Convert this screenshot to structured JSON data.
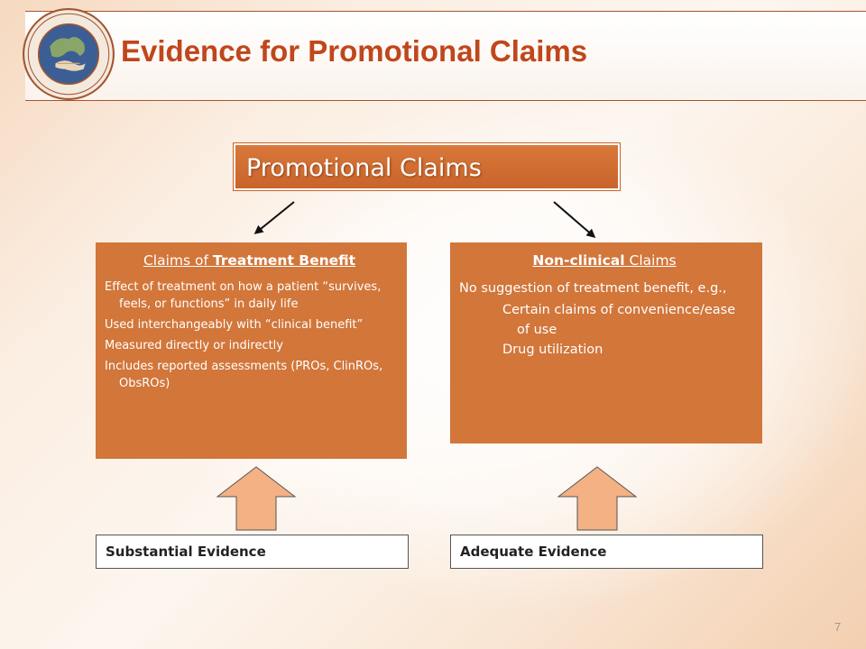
{
  "slide": {
    "title": "Evidence for Promotional Claims",
    "page_number": "7"
  },
  "colors": {
    "title": "#c0461c",
    "box_fill": "#d2763a",
    "header_fill": "#c9642b",
    "up_arrow_fill": "#f4b183"
  },
  "icons": {
    "seal": "organization-seal-icon"
  },
  "diagram": {
    "root_label": "Promotional Claims",
    "left_box": {
      "title_part1": "Claims of ",
      "title_part2": "Treatment Benefit",
      "bullets": [
        "Effect of treatment on how a patient “survives, feels, or functions” in daily life",
        "Used interchangeably with “clinical benefit”",
        "Measured directly or indirectly",
        "Includes reported assessments (PROs, ClinROs, ObsROs)"
      ]
    },
    "right_box": {
      "title_part1": "Non-clinical",
      "title_part2": " Claims",
      "lead": "No suggestion of treatment  benefit, e.g.,",
      "bullets": [
        "Certain claims of convenience/ease of use",
        "Drug utilization"
      ]
    },
    "left_evidence": "Substantial Evidence",
    "right_evidence": "Adequate Evidence"
  }
}
